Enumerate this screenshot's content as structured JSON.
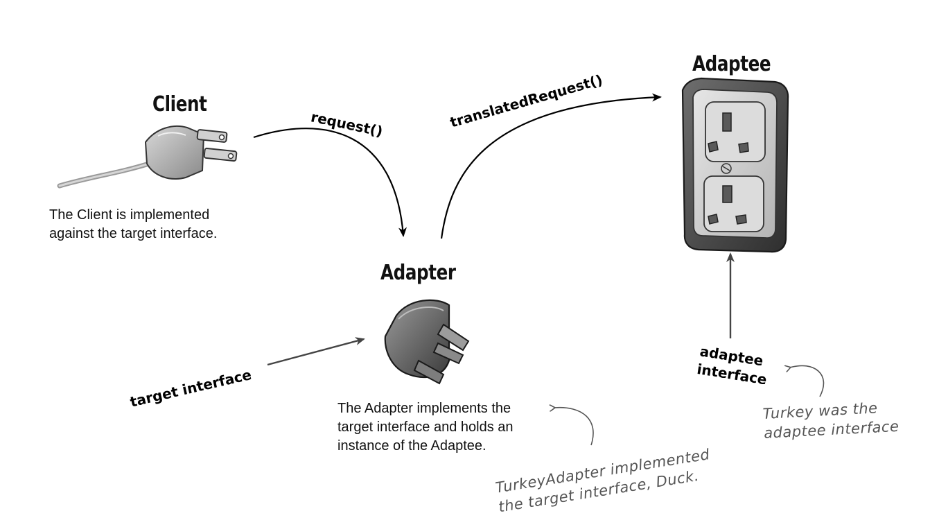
{
  "client": {
    "title": "Client",
    "description": [
      "The Client is implemented",
      "against the target interface."
    ]
  },
  "adapter": {
    "title": "Adapter",
    "description": [
      "The Adapter implements the",
      "target interface and holds an",
      "instance of the Adaptee."
    ]
  },
  "adaptee": {
    "title": "Adaptee"
  },
  "calls": {
    "request": "request()",
    "translated": "translatedRequest()"
  },
  "interfaces": {
    "target": "target interface",
    "adaptee": [
      "adaptee",
      "interface"
    ]
  },
  "notes": {
    "turkey": [
      "Turkey was the",
      "adaptee interface"
    ],
    "turkey_adapter": [
      "TurkeyAdapter implemented",
      "the target interface, Duck."
    ]
  },
  "icons": {
    "client": "us-plug-icon",
    "adapter": "uk-plug-adapter-icon",
    "adaptee": "uk-wall-socket-icon"
  }
}
